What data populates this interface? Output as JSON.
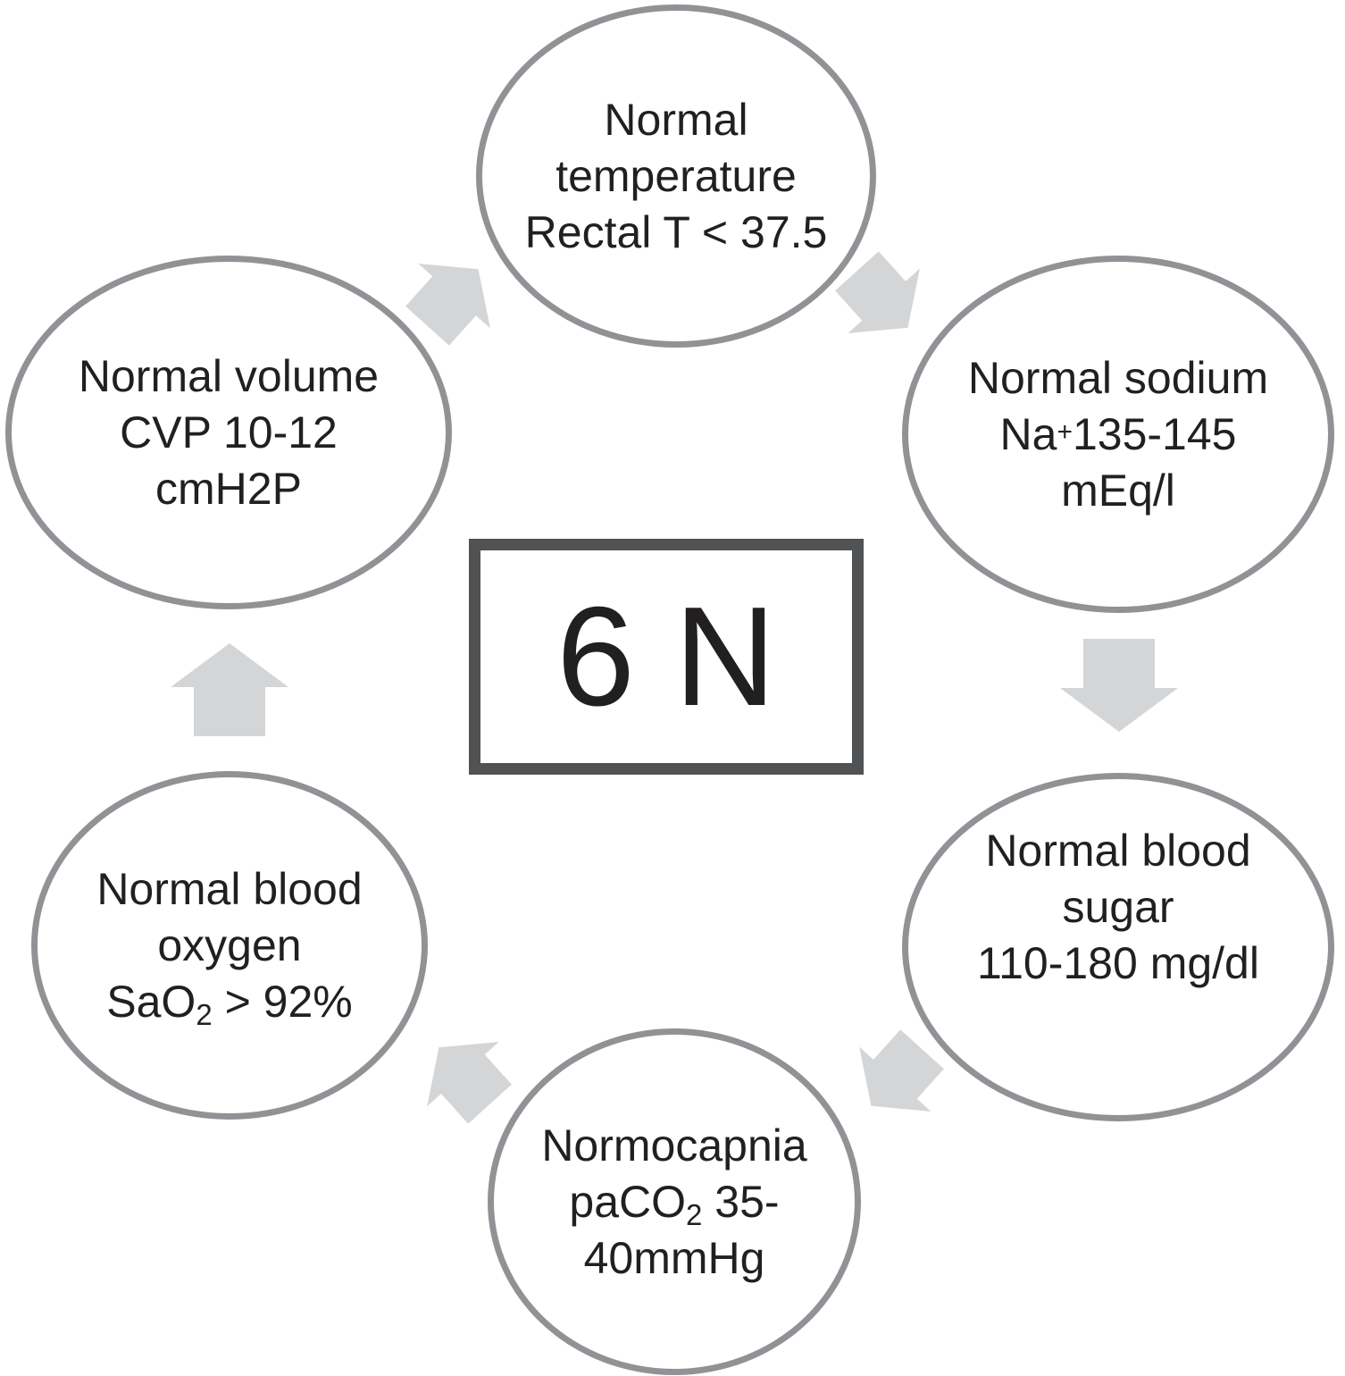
{
  "center_label": "6 N",
  "colors": {
    "circle_stroke": "#909295",
    "arrow_fill": "#d4d5d7",
    "box_border": "#515254",
    "text": "#221f20",
    "background": "#ffffff"
  },
  "circles": [
    {
      "name": "normal-temperature",
      "line1": "Normal",
      "line2": "temperature",
      "line3": "Rectal T < 37.5"
    },
    {
      "name": "normal-sodium",
      "line1": "Normal sodium",
      "line2_pre": "Na",
      "line2_sup": "+",
      "line2_post": "135-145",
      "line3": "mEq/l"
    },
    {
      "name": "normal-blood-sugar",
      "line1": "Normal blood",
      "line2": "sugar",
      "line3": "110-180 mg/dl"
    },
    {
      "name": "normocapnia",
      "line1": "Normocapnia",
      "line2_pre": "paCO",
      "line2_sub": "2",
      "line2_post": " 35-",
      "line3": "40mmHg"
    },
    {
      "name": "normal-blood-oxygen",
      "line1": "Normal blood",
      "line2": "oxygen",
      "line3_pre": "SaO",
      "line3_sub": "2",
      "line3_post": " > 92%"
    },
    {
      "name": "normal-volume",
      "line1": "Normal volume",
      "line2": "CVP 10-12",
      "line3": "cmH2P"
    }
  ],
  "arrows": [
    {
      "direction": "up-right"
    },
    {
      "direction": "down-right"
    },
    {
      "direction": "down"
    },
    {
      "direction": "down-left"
    },
    {
      "direction": "up-left"
    },
    {
      "direction": "up"
    }
  ]
}
